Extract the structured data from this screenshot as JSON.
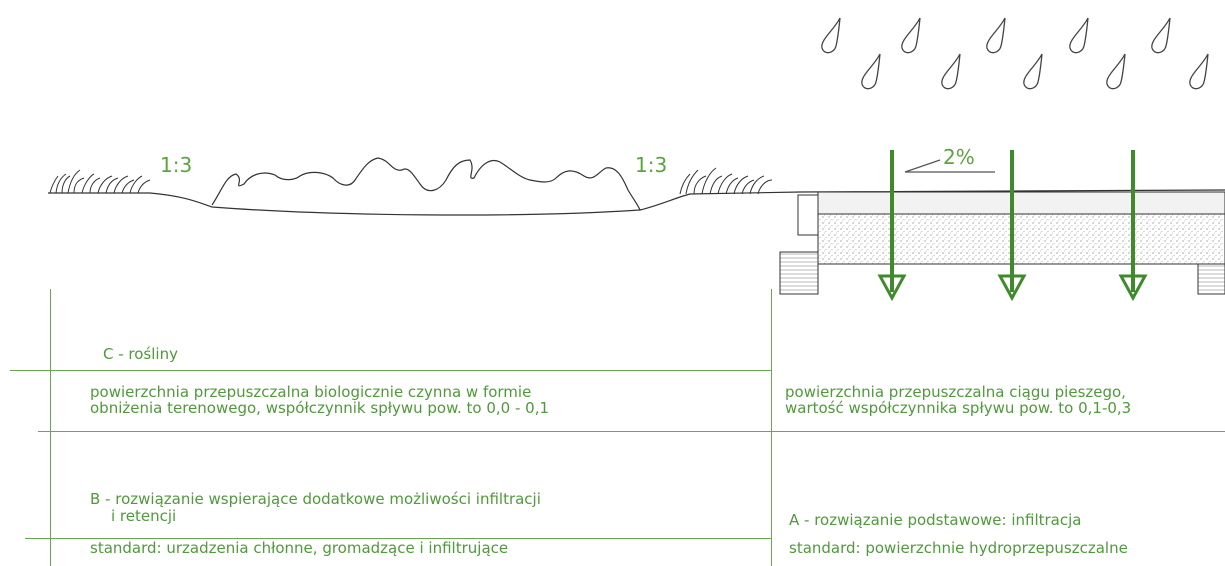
{
  "slope_left": "1:3",
  "slope_right": "1:3",
  "gradient": "2%",
  "left": {
    "c_title": "C - rośliny",
    "c_desc_1": "powierzchnia przepuszczalna biologicznie czynna w formie",
    "c_desc_2": "obniżenia terenowego, współczynnik spływu pow. to 0,0 - 0,1",
    "b_title_1": "B - rozwiązanie wspierające dodatkowe możliwości infiltracji",
    "b_title_2": "i retencji",
    "b_standard": "standard: urzadzenia chłonne, gromadzące i infiltrujące"
  },
  "right": {
    "desc_1": "powierzchnia przepuszczalna ciągu pieszego,",
    "desc_2": "wartość współczynnika spływu pow. to 0,1-0,3",
    "a_title": "A - rozwiązanie podstawowe: infiltracja",
    "a_standard": "standard: powierzchnie hydroprzepuszczalne"
  },
  "colors": {
    "accent": "#4f9a3a",
    "arrow": "#3f8a2a",
    "line": "#6aa84f",
    "sketch": "#333333"
  },
  "icons": [
    "raindrop-icon",
    "grass-icon",
    "arrow-down-icon"
  ]
}
